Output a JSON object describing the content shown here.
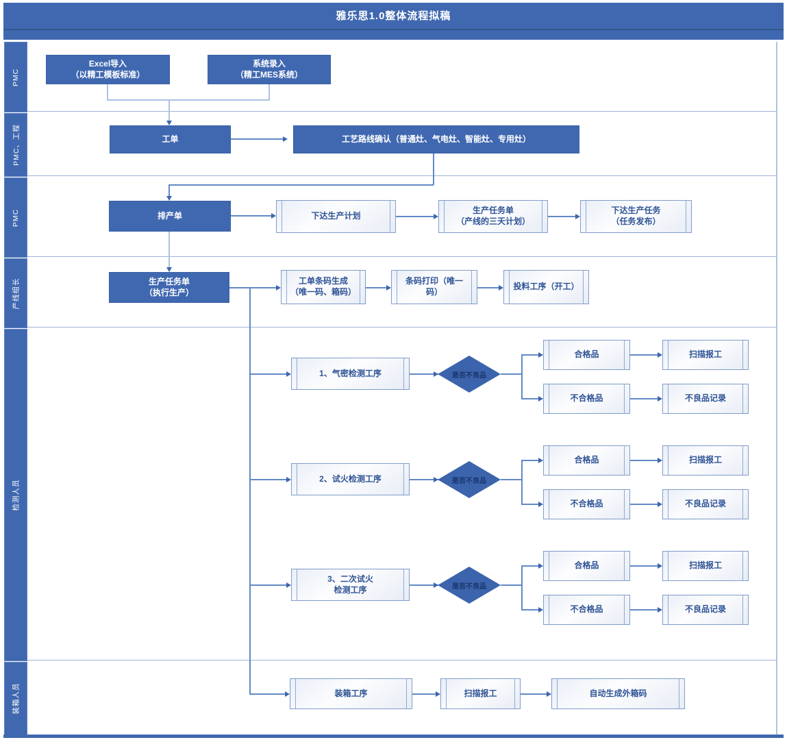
{
  "title": "雅乐思1.0整体流程拟稿",
  "palette": {
    "primary_blue": "#4068B0",
    "diamond_blue": "#3C64AC",
    "subprocess_border": "#7F9CC9",
    "subprocess_text": "#2E5396",
    "connector_line": "#6189C6"
  },
  "lanes": [
    {
      "label": "PMC",
      "boxes": [
        {
          "label": "Excel导入\n（以精工模板标准）"
        },
        {
          "label": "系统录入\n（精工MES系统）"
        }
      ]
    },
    {
      "label": "PMC、工程",
      "boxes": [
        {
          "label": "工单"
        },
        {
          "label": "工艺路线确认（普通灶、气电灶、智能灶、专用灶）"
        }
      ]
    },
    {
      "label": "PMC",
      "boxes": [
        {
          "label": "排产单"
        },
        {
          "label": "下达生产计划"
        },
        {
          "label": "生产任务单\n（产线的三天计划）"
        },
        {
          "label": "下达生产任务\n（任务发布）"
        }
      ]
    },
    {
      "label": "产线组长",
      "boxes": [
        {
          "label": "生产任务单\n（执行生产）"
        },
        {
          "label": "工单条码生成\n（唯一码、箱码）"
        },
        {
          "label": "条码打印（唯一\n码）"
        },
        {
          "label": "投料工序（开工）"
        }
      ]
    },
    {
      "label": "检测人员",
      "rows": [
        {
          "step": "1、气密检测工序",
          "decision": "是否不良品",
          "pass": "合格品",
          "pass_next": "扫描报工",
          "fail": "不合格品",
          "fail_next": "不良品记录"
        },
        {
          "step": "2、试火检测工序",
          "decision": "是否不良品",
          "pass": "合格品",
          "pass_next": "扫描报工",
          "fail": "不合格品",
          "fail_next": "不良品记录"
        },
        {
          "step": "3、二次试火\n检测工序",
          "decision": "是否不良品",
          "pass": "合格品",
          "pass_next": "扫描报工",
          "fail": "不合格品",
          "fail_next": "不良品记录"
        }
      ]
    },
    {
      "label": "装箱人员",
      "boxes": [
        {
          "label": "装箱工序"
        },
        {
          "label": "扫描报工"
        },
        {
          "label": "自动生成外箱码"
        }
      ]
    }
  ]
}
